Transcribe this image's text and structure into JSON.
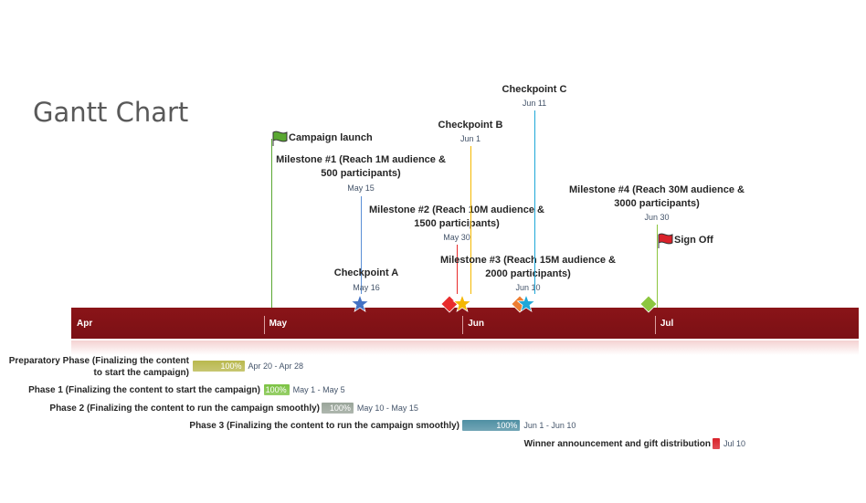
{
  "page": {
    "title": "Gantt Chart"
  },
  "chart_data": {
    "type": "gantt-timeline",
    "title": "Gantt Chart",
    "timeline_range": [
      "2024-04-01",
      "2024-07-31"
    ],
    "months": [
      {
        "label": "Apr",
        "date": "2024-04-01"
      },
      {
        "label": "May",
        "date": "2024-05-01"
      },
      {
        "label": "Jun",
        "date": "2024-06-01"
      },
      {
        "label": "Jul",
        "date": "2024-07-01"
      }
    ],
    "milestones": [
      {
        "id": "campaign",
        "title": "Campaign launch",
        "date_label": "",
        "date": "2024-05-01",
        "marker": "green-flag-icon",
        "color": "#5aa832"
      },
      {
        "id": "m1",
        "title": "Milestone #1 (Reach 1M audience &\n500 participants)",
        "date_label": "May 15",
        "date": "2024-05-15",
        "marker": "none",
        "color": "#5b8fd6"
      },
      {
        "id": "cpa",
        "title": "Checkpoint A",
        "date_label": "May 16",
        "date": "2024-05-16",
        "marker": "blue-star-icon",
        "color": "#4472c4"
      },
      {
        "id": "m2",
        "title": "Milestone #2 (Reach 10M audience &\n1500 participants)",
        "date_label": "May 30",
        "date": "2024-05-30",
        "marker": "red-diamond-icon",
        "color": "#e82c2c"
      },
      {
        "id": "cpb",
        "title": "Checkpoint B",
        "date_label": "Jun 1",
        "date": "2024-06-01",
        "marker": "gold-star-icon",
        "color": "#f5b800"
      },
      {
        "id": "m3",
        "title": "Milestone #3  (Reach 15M audience &\n2000 participants)",
        "date_label": "Jun 10",
        "date": "2024-06-10",
        "marker": "orange-diamond-icon",
        "color": "#ed7d31"
      },
      {
        "id": "cpc",
        "title": "Checkpoint C",
        "date_label": "Jun 11",
        "date": "2024-06-11",
        "marker": "cyan-star-icon",
        "color": "#1ea7d8"
      },
      {
        "id": "m4",
        "title": "Milestone #4 (Reach 30M audience &\n3000 participants)",
        "date_label": "Jun 30",
        "date": "2024-06-30",
        "marker": "green-diamond-icon",
        "color": "#8cc63f"
      },
      {
        "id": "signoff",
        "title": "Sign Off",
        "date_label": "",
        "date": "2024-07-01",
        "marker": "red-flag-icon",
        "color": "#d9222a"
      }
    ],
    "tasks": [
      {
        "name": "Preparatory Phase (Finalizing the content\nto start the campaign)",
        "start": "2024-04-20",
        "end": "2024-04-28",
        "percent": 100,
        "percent_label": "100%",
        "range_label": "Apr 20 - Apr 28",
        "color": "#b9b84e"
      },
      {
        "name": "Phase 1 (Finalizing the content to start the campaign)",
        "start": "2024-05-01",
        "end": "2024-05-05",
        "percent": 100,
        "percent_label": "100%",
        "range_label": "May 1 - May 5",
        "color": "#7cc243"
      },
      {
        "name": "Phase 2 (Finalizing the content to run the campaign smoothly)",
        "start": "2024-05-10",
        "end": "2024-05-15",
        "percent": 100,
        "percent_label": "100%",
        "range_label": "May 10 - May 15",
        "color": "#9aa59a"
      },
      {
        "name": "Phase 3  (Finalizing the content to run the campaign smoothly)",
        "start": "2024-06-01",
        "end": "2024-06-10",
        "percent": 100,
        "percent_label": "100%",
        "range_label": "Jun 1 - Jun 10",
        "color": "#4f8fa3"
      },
      {
        "name": "Winner announcement and gift distribution",
        "start": "2024-07-10",
        "end": "2024-07-10",
        "percent": 100,
        "percent_label": "",
        "range_label": "Jul 10",
        "color": "#d9222a"
      }
    ],
    "colors": {
      "timeline": "#7f1116",
      "text": "#262626",
      "date": "#44546a"
    }
  }
}
